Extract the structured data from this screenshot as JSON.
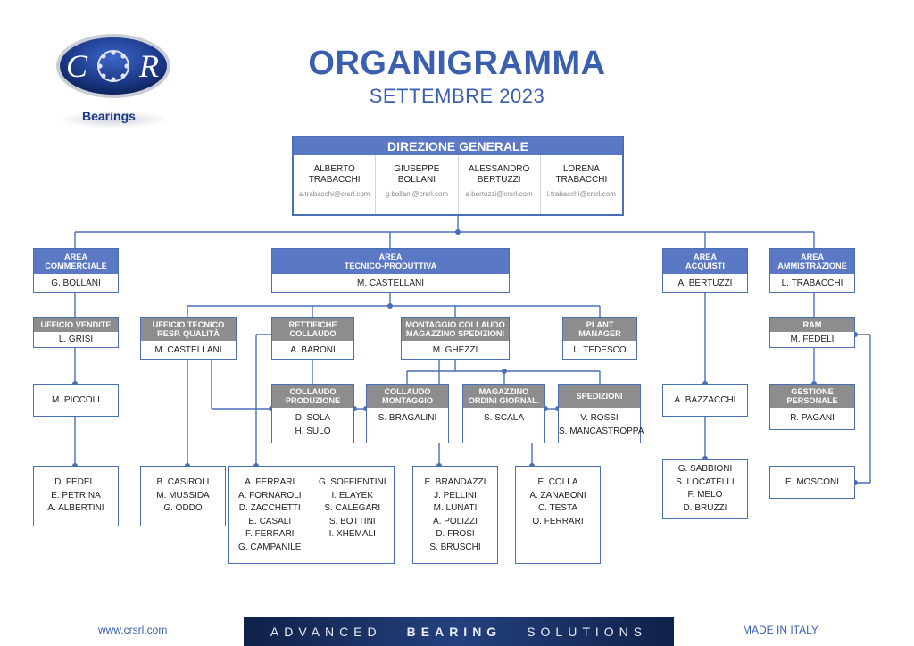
{
  "header": {
    "title": "ORGANIGRAMMA",
    "subtitle": "SETTEMBRE 2023",
    "logo_text": "COR",
    "logo_caption": "Bearings"
  },
  "direzione": {
    "title": "DIREZIONE GENERALE",
    "members": [
      {
        "name": "ALBERTO\nTRABACCHI",
        "email": "a.trabacchi@crsrl.com"
      },
      {
        "name": "GIUSEPPE\nBOLLANI",
        "email": "g.bollani@crsrl.com"
      },
      {
        "name": "ALESSANDRO\nBERTUZZI",
        "email": "a.bertuzzi@crsrl.com"
      },
      {
        "name": "LORENA\nTRABACCHI",
        "email": "l.trabacchi@crsrl.com"
      }
    ]
  },
  "areas": {
    "commerciale": {
      "title": "AREA\nCOMMERCIALE",
      "manager": "G. BOLLANI"
    },
    "tecnico": {
      "title": "AREA\nTECNICO-PRODUTTIVA",
      "manager": "M. CASTELLANI"
    },
    "acquisti": {
      "title": "AREA\nACQUISTI",
      "manager": "A. BERTUZZI"
    },
    "amministrazione": {
      "title": "AREA\nAMMISTRAZIONE",
      "manager": "L. TRABACCHI"
    }
  },
  "units": {
    "vendite": {
      "title": "UFFICIO VENDITE",
      "manager": "L. GRISI"
    },
    "tecnico_qualita": {
      "title": "UFFICIO TECNICO\nRESP. QUALITÀ",
      "manager": "M. CASTELLANI"
    },
    "rettifiche": {
      "title": "RETTIFICHE\nCOLLAUDO",
      "manager": "A. BARONI"
    },
    "montaggio": {
      "title": "MONTAGGIO COLLAUDO\nMAGAZZINO SPEDIZIONI",
      "manager": "M. GHEZZI"
    },
    "plant": {
      "title": "PLANT\nMANAGER",
      "manager": "L. TEDESCO"
    },
    "ram": {
      "title": "RAM",
      "manager": "M. FEDELI"
    },
    "collaudo_produzione": {
      "title": "COLLAUDO\nPRODUZIONE",
      "people": [
        "D. SOLA",
        "H. SULO"
      ]
    },
    "collaudo_montaggio": {
      "title": "COLLAUDO\nMONTAGGIO",
      "people": [
        "S. BRAGALINI"
      ]
    },
    "magazzino": {
      "title": "MAGAZZINO\nORDINI GIORNAL.",
      "people": [
        "S. SCALA"
      ]
    },
    "spedizioni": {
      "title": "SPEDIZIONI",
      "people": [
        "V. ROSSI",
        "S. MANCASTROPPA"
      ]
    },
    "gestione_personale": {
      "title": "GESTIONE\nPERSONALE",
      "people": [
        "R. PAGANI"
      ]
    }
  },
  "singles": {
    "piccoli": "M. PICCOLI",
    "bazzacchi": "A. BAZZACCHI",
    "mosconi": "E. MOSCONI"
  },
  "teams": {
    "vendite": [
      "D. FEDELI",
      "E. PETRINA",
      "A. ALBERTINI"
    ],
    "tecnico": [
      "B. CASIROLI",
      "M. MUSSIDA",
      "G. ODDO"
    ],
    "rettifiche_left": [
      "A. FERRARI",
      "A. FORNAROLI",
      "D. ZACCHETTI",
      "E. CASALI",
      "F. FERRARI",
      "G. CAMPANILE"
    ],
    "rettifiche_right": [
      "G. SOFFIENTINI",
      "I. ELAYEK",
      "S. CALEGARI",
      "S. BOTTINI",
      "I. XHEMALI"
    ],
    "montaggio": [
      "E. BRANDAZZI",
      "J. PELLINI",
      "M. LUNATI",
      "A. POLIZZI",
      "D. FROSI",
      "S. BRUSCHI"
    ],
    "magazzino": [
      "E. COLLA",
      "A. ZANABONI",
      "C. TESTA",
      "O. FERRARI"
    ],
    "acquisti": [
      "G. SABBIONI",
      "S. LOCATELLI",
      "F. MELO",
      "D. BRUZZI"
    ]
  },
  "footer": {
    "website": "www.crsrl.com",
    "banner": [
      "ADVANCED",
      "BEARING",
      "SOLUTIONS"
    ],
    "made_in": "MADE IN ITALY"
  },
  "colors": {
    "brand_blue": "#3a5fae",
    "header_blue": "#5b78c4",
    "header_gray": "#8d8d8d",
    "banner_bg": "#1b2f63"
  }
}
